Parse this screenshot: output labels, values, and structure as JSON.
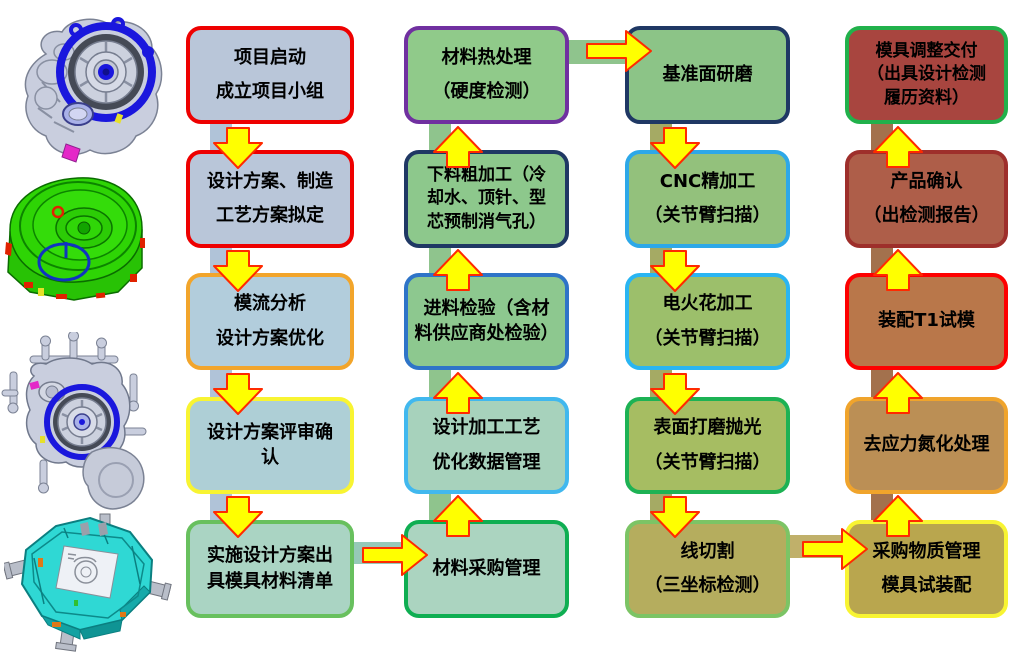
{
  "palette": {
    "arrow-fill": "#ffff00",
    "arrow-stroke": "#ff2a00",
    "cad-gray": "#c9cede",
    "cad-gray-dark": "#454a56",
    "cad-blue": "#1a17dd",
    "cad-green": "#2ed405",
    "cad-green-dark": "#0a6c00",
    "cad-red": "#e02200",
    "cad-cyan": "#2fd8d4",
    "cad-cyan-dark": "#0b7f80",
    "cad-silver": "#b9bec9",
    "cad-magenta": "#e428c8",
    "cad-orange": "#e07818",
    "cad-white": "#eef1f6"
  },
  "flowchart": {
    "columns": [
      {
        "name": "design-phase",
        "direction": "down",
        "band_color": "#b0c3d8",
        "boxes": [
          {
            "lines": [
              "项目启动",
              "成立项目小组"
            ],
            "fill": "#b9c6d9",
            "border": "#ee0000"
          },
          {
            "lines": [
              "设计方案、制造",
              "工艺方案拟定"
            ],
            "fill": "#b9c6d9",
            "border": "#ee0000"
          },
          {
            "lines": [
              "模流分析",
              "设计方案优化"
            ],
            "fill": "#b2cddc",
            "border": "#f2a52b"
          },
          {
            "lines": [
              "设计方案评审确",
              "认"
            ],
            "fill": "#aecfd6",
            "border": "#f8f432"
          },
          {
            "lines": [
              "实施设计方案出",
              "具模具材料清单"
            ],
            "fill": "#aad4c3",
            "border": "#68c05e"
          }
        ]
      },
      {
        "name": "material-phase",
        "direction": "up",
        "band_color": "#8fc48d",
        "boxes": [
          {
            "lines": [
              "材料热处理",
              "（硬度检测）"
            ],
            "fill": "#90ca8a",
            "border": "#7030a0"
          },
          {
            "lines": [
              "下料粗加工（冷",
              "却水、顶针、型",
              "芯预制消气孔）"
            ],
            "fill": "#8dc88c",
            "border": "#1f3864"
          },
          {
            "lines": [
              "进料检验（含材",
              "料供应商处检验）"
            ],
            "fill": "#8dc88f",
            "border": "#2e74c8"
          },
          {
            "lines": [
              "设计加工工艺",
              "优化数据管理"
            ],
            "fill": "#a7d2bc",
            "border": "#41b8ee"
          },
          {
            "lines": [
              "材料采购管理"
            ],
            "fill": "#abd4c0",
            "border": "#0fae52"
          }
        ]
      },
      {
        "name": "machining-phase",
        "direction": "down",
        "band_color": "#a5aa64",
        "boxes": [
          {
            "lines": [
              "基准面研磨"
            ],
            "fill": "#8cc487",
            "border": "#1f3864"
          },
          {
            "lines": [
              "CNC精加工",
              "（关节臂扫描）"
            ],
            "fill": "#93c17c",
            "border": "#2da8e8"
          },
          {
            "lines": [
              "电火花加工",
              "（关节臂扫描）"
            ],
            "fill": "#9cbf6b",
            "border": "#29b5f2"
          },
          {
            "lines": [
              "表面打磨抛光",
              "（关节臂扫描）"
            ],
            "fill": "#a6bd62",
            "border": "#1db254"
          },
          {
            "lines": [
              "线切割",
              "（三坐标检测）"
            ],
            "fill": "#b5ad5e",
            "border": "#7cc465"
          }
        ]
      },
      {
        "name": "assembly-phase",
        "direction": "up",
        "band_color": "#a3714d",
        "boxes": [
          {
            "lines": [
              "模具调整交付",
              "（出具设计检测",
              "履历资料）"
            ],
            "fill": "#a8453f",
            "border": "#21b14b"
          },
          {
            "lines": [
              "产品确认",
              "（出检测报告）"
            ],
            "fill": "#ae5e49",
            "border": "#9e2f2b"
          },
          {
            "lines": [
              "装配T1试模"
            ],
            "fill": "#b9774a",
            "border": "#fe0000"
          },
          {
            "lines": [
              "去应力氮化处理"
            ],
            "fill": "#bb8f55",
            "border": "#f0a42c"
          },
          {
            "lines": [
              "采购物质管理",
              "模具试装配"
            ],
            "fill": "#b9a64e",
            "border": "#f8f432"
          }
        ]
      }
    ],
    "links": [
      {
        "name": "design-to-material",
        "band_color": "#96c9b8"
      },
      {
        "name": "material-to-machining",
        "band_color": "#8fc48d"
      },
      {
        "name": "machining-to-assembly",
        "band_color": "#c0b06a"
      }
    ]
  },
  "cad_images": [
    {
      "name": "transmission-housing-gray"
    },
    {
      "name": "housing-moldflow-green"
    },
    {
      "name": "casting-with-runners-gray"
    },
    {
      "name": "mold-base-assembly-cyan"
    }
  ]
}
